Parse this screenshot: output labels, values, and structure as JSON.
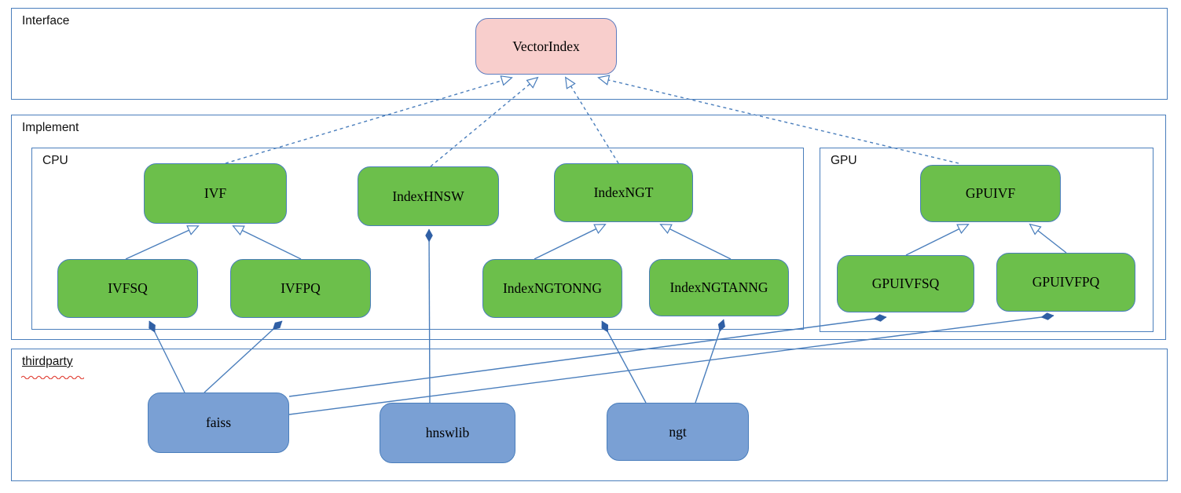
{
  "diagram": {
    "containers": {
      "interface": {
        "label": "Interface"
      },
      "implement": {
        "label": "Implement"
      },
      "cpu": {
        "label": "CPU"
      },
      "gpu": {
        "label": "GPU"
      },
      "thirdparty": {
        "label": "thirdparty",
        "spellcheck_squiggle": true
      }
    },
    "nodes": {
      "vectorindex": {
        "label": "VectorIndex",
        "fill": "#f8cecc",
        "group": "interface"
      },
      "ivf": {
        "label": "IVF",
        "fill": "#6cbf4b",
        "group": "cpu"
      },
      "indexhnsw": {
        "label": "IndexHNSW",
        "fill": "#6cbf4b",
        "group": "cpu"
      },
      "indexngt": {
        "label": "IndexNGT",
        "fill": "#6cbf4b",
        "group": "cpu"
      },
      "ivfsq": {
        "label": "IVFSQ",
        "fill": "#6cbf4b",
        "group": "cpu"
      },
      "ivfpq": {
        "label": "IVFPQ",
        "fill": "#6cbf4b",
        "group": "cpu"
      },
      "indexngtonng": {
        "label": "IndexNGTONNG",
        "fill": "#6cbf4b",
        "group": "cpu"
      },
      "indexngtanng": {
        "label": "IndexNGTANNG",
        "fill": "#6cbf4b",
        "group": "cpu"
      },
      "gpuivf": {
        "label": "GPUIVF",
        "fill": "#6cbf4b",
        "group": "gpu"
      },
      "gpuivfsq": {
        "label": "GPUIVFSQ",
        "fill": "#6cbf4b",
        "group": "gpu"
      },
      "gpuivfpq": {
        "label": "GPUIVFPQ",
        "fill": "#6cbf4b",
        "group": "gpu"
      },
      "faiss": {
        "label": "faiss",
        "fill": "#7aa0d4",
        "group": "thirdparty"
      },
      "hnswlib": {
        "label": "hnswlib",
        "fill": "#7aa0d4",
        "group": "thirdparty"
      },
      "ngt": {
        "label": "ngt",
        "fill": "#7aa0d4",
        "group": "thirdparty"
      }
    },
    "edges": [
      {
        "from": "IVF",
        "to": "VectorIndex",
        "type": "inheritance",
        "style": "dashed",
        "arrowhead": "hollow-triangle"
      },
      {
        "from": "IndexHNSW",
        "to": "VectorIndex",
        "type": "inheritance",
        "style": "dashed",
        "arrowhead": "hollow-triangle"
      },
      {
        "from": "IndexNGT",
        "to": "VectorIndex",
        "type": "inheritance",
        "style": "dashed",
        "arrowhead": "hollow-triangle"
      },
      {
        "from": "GPUIVF",
        "to": "VectorIndex",
        "type": "inheritance",
        "style": "dashed",
        "arrowhead": "hollow-triangle"
      },
      {
        "from": "IVFSQ",
        "to": "IVF",
        "type": "inheritance",
        "style": "solid",
        "arrowhead": "hollow-triangle"
      },
      {
        "from": "IVFPQ",
        "to": "IVF",
        "type": "inheritance",
        "style": "solid",
        "arrowhead": "hollow-triangle"
      },
      {
        "from": "IndexNGTONNG",
        "to": "IndexNGT",
        "type": "inheritance",
        "style": "solid",
        "arrowhead": "hollow-triangle"
      },
      {
        "from": "IndexNGTANNG",
        "to": "IndexNGT",
        "type": "inheritance",
        "style": "solid",
        "arrowhead": "hollow-triangle"
      },
      {
        "from": "GPUIVFSQ",
        "to": "GPUIVF",
        "type": "inheritance",
        "style": "solid",
        "arrowhead": "hollow-triangle"
      },
      {
        "from": "GPUIVFPQ",
        "to": "GPUIVF",
        "type": "inheritance",
        "style": "solid",
        "arrowhead": "hollow-triangle"
      },
      {
        "from": "faiss",
        "to": "IVFSQ",
        "type": "composition",
        "style": "solid",
        "arrowhead": "filled-diamond"
      },
      {
        "from": "faiss",
        "to": "IVFPQ",
        "type": "composition",
        "style": "solid",
        "arrowhead": "filled-diamond"
      },
      {
        "from": "faiss",
        "to": "GPUIVFSQ",
        "type": "composition",
        "style": "solid",
        "arrowhead": "filled-diamond"
      },
      {
        "from": "faiss",
        "to": "GPUIVFPQ",
        "type": "composition",
        "style": "solid",
        "arrowhead": "filled-diamond"
      },
      {
        "from": "hnswlib",
        "to": "IndexHNSW",
        "type": "composition",
        "style": "solid",
        "arrowhead": "filled-diamond"
      },
      {
        "from": "ngt",
        "to": "IndexNGTONNG",
        "type": "composition",
        "style": "solid",
        "arrowhead": "filled-diamond"
      },
      {
        "from": "ngt",
        "to": "IndexNGTANNG",
        "type": "composition",
        "style": "solid",
        "arrowhead": "filled-diamond"
      }
    ],
    "colors": {
      "container_border": "#4a7ebc",
      "edge_line": "#4a7ebc",
      "node_green": "#6cbf4b",
      "node_pink": "#f8cecc",
      "node_blue": "#7aa0d4",
      "diamond_fill": "#2f5fa5",
      "squiggle_red": "#e03c31",
      "text": "#000000"
    }
  }
}
